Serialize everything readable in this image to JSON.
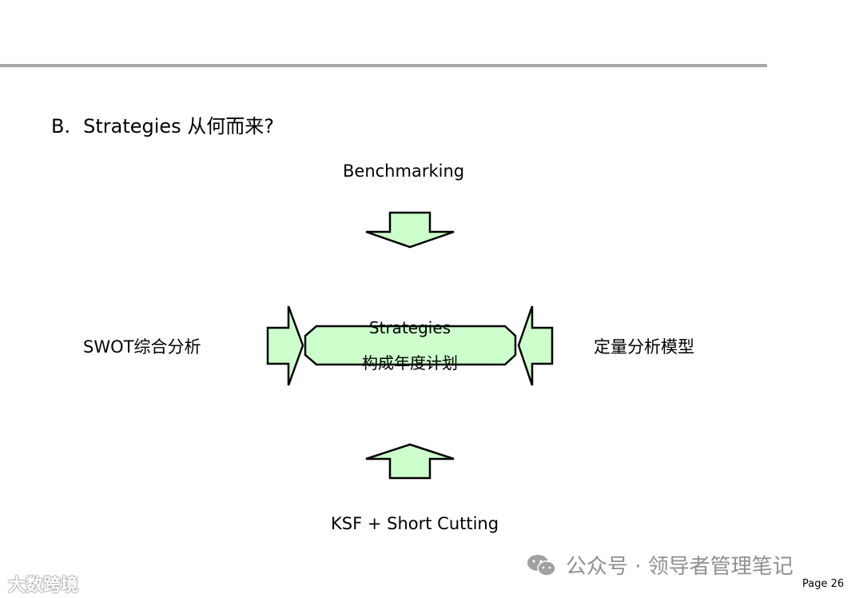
{
  "header": {
    "letter": "B.",
    "title": "Strategies 从何而来?"
  },
  "diagram": {
    "top_label": "Benchmarking",
    "left_label": "SWOT综合分析",
    "right_label": "定量分析模型",
    "bottom_label": "KSF + Short Cutting",
    "center_line1": "Strategies",
    "center_line2": "构成年度计划",
    "fill_color": "#ccffcc"
  },
  "footer": {
    "page_label": "Page 26",
    "watermark_left": "大数跨境",
    "watermark_right": "公众号 · 领导者管理笔记"
  }
}
